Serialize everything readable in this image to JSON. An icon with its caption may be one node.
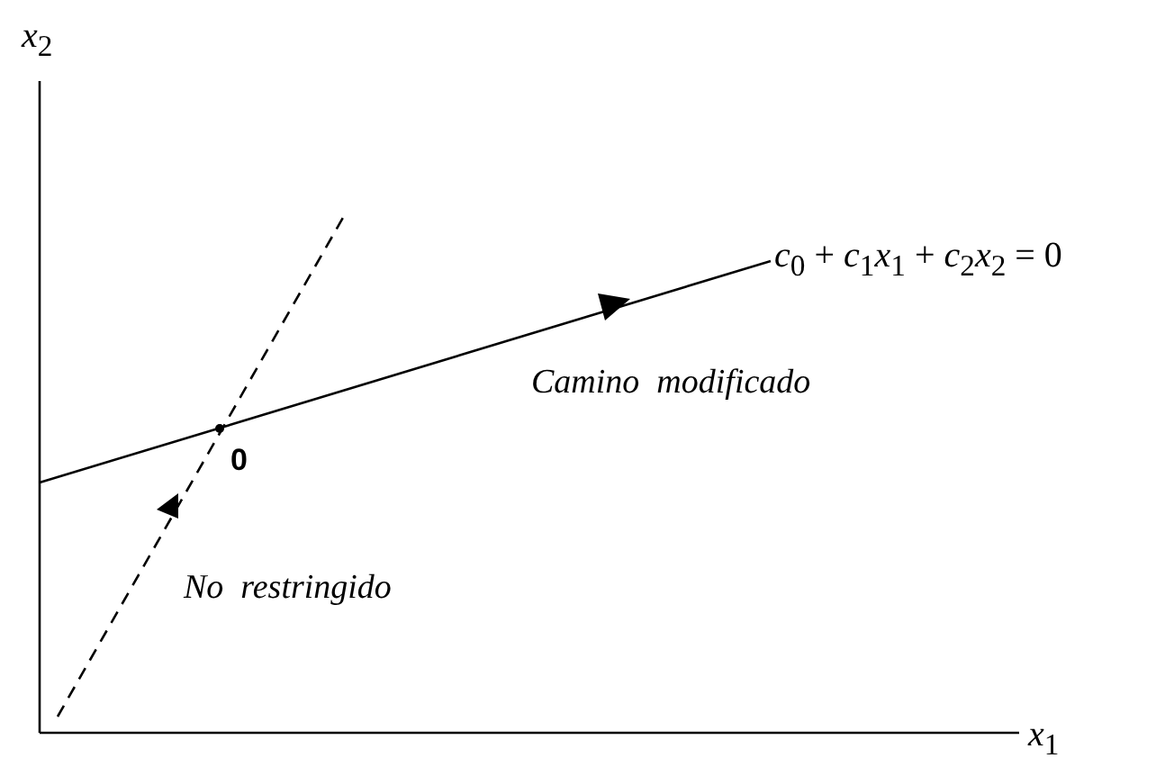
{
  "diagram": {
    "labels": [
      "*x*$_{2}$",
      "*c*$_{0}$ + *c*$_{1}$*x*$_{1}$ + *c*$_{2}$*x*$_{2}$ = 0",
      "Camino  modificado",
      "0",
      "No  restringido",
      "*x*$_{1}$"
    ]
  }
}
